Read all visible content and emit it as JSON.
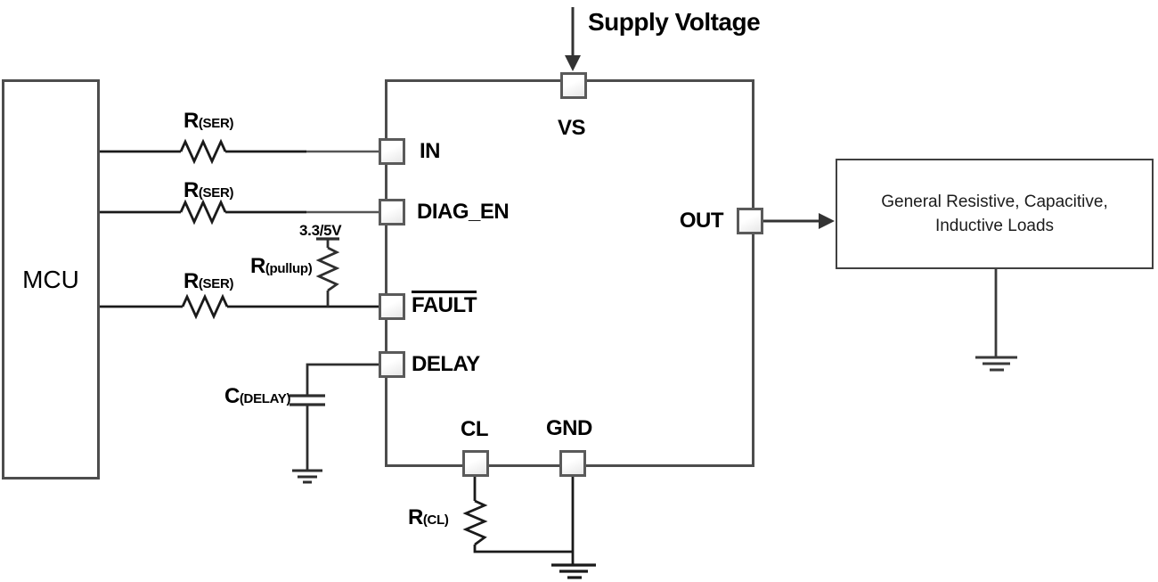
{
  "labels": {
    "supply_voltage": "Supply Voltage",
    "mcu": "MCU",
    "vs": "VS",
    "in": "IN",
    "diag_en": "DIAG_EN",
    "fault": "FAULT",
    "delay": "DELAY",
    "out": "OUT",
    "cl": "CL",
    "gnd": "GND",
    "rail": "3.3/5V"
  },
  "components": {
    "r_ser": {
      "prefix": "R",
      "sub": "(SER)"
    },
    "r_pullup": {
      "prefix": "R",
      "sub": "(pullup)"
    },
    "r_cl": {
      "prefix": "R",
      "sub": "(CL)"
    },
    "c_delay": {
      "prefix": "C",
      "sub": "(DELAY)"
    }
  },
  "load_box": {
    "line1": "General Resistive, Capacitive,",
    "line2": "Inductive Loads"
  },
  "colors": {
    "wire": "#1a1a1a",
    "wire_light": "#555555",
    "box_border": "#4d4d4d",
    "pin_border": "#5a5a5a",
    "text": "#000000",
    "background": "#ffffff"
  }
}
